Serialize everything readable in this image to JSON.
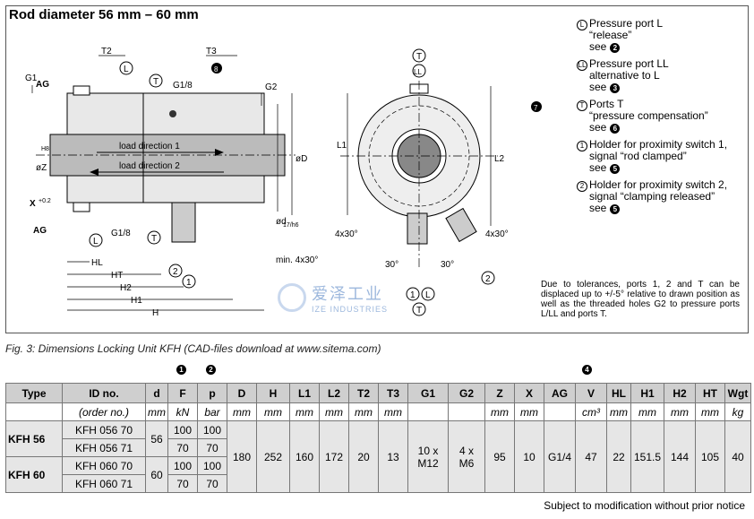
{
  "title": "Rod diameter 56 mm – 60 mm",
  "labels": {
    "g1": "G1",
    "t2": "T2",
    "l_port": "L",
    "ag_top": "AG",
    "t_top": "T",
    "g1_8_top": "G1/8",
    "t3": "T3",
    "eight": "8",
    "g2": "G2",
    "load1": "load direction 1",
    "load2": "load direction 2",
    "oz": "øZ",
    "h8": "H8",
    "x": "X",
    "x_tol": "+0.2",
    "od": "øD",
    "od17": "ød",
    "od17sub": "17/h6",
    "ag_bottom": "AG",
    "l_bottom": "L",
    "g1_8_bottom": "G1/8",
    "t_bottom": "T",
    "hl": "HL",
    "ht": "HT",
    "h2": "H2",
    "h1": "H1",
    "h": "H",
    "two": "2",
    "one": "1",
    "min": "min. 4x30°",
    "ll": "LL",
    "t_front": "T",
    "l1": "L1",
    "l2": "L2",
    "seven": "7",
    "angle1": "4x30°",
    "angle2": "30°",
    "angle3": "30°",
    "angle4": "4x30°",
    "two_front": "2",
    "one_b": "1",
    "l_b": "L",
    "t_b": "T"
  },
  "legend": [
    {
      "sym": "L",
      "lines": [
        "Pressure port L",
        "“release”"
      ],
      "see": "see",
      "ref": "2"
    },
    {
      "sym": "LL",
      "lines": [
        "Pressure port LL",
        "alternative to L"
      ],
      "see": "see",
      "ref": "3"
    },
    {
      "sym": "T",
      "lines": [
        "Ports T",
        "“pressure compensation”"
      ],
      "see": "see",
      "ref": "6"
    },
    {
      "sym": "1",
      "lines": [
        "Holder for proximity switch 1,",
        "signal “rod clamped”"
      ],
      "see": "see",
      "ref": "5"
    },
    {
      "sym": "2",
      "lines": [
        "Holder for proximity switch 2,",
        "signal “clamping released”"
      ],
      "see": "see",
      "ref": "5"
    }
  ],
  "note": "Due to tolerances, ports 1, 2 and T can be displaced up to +/-5° relative to drawn position as well as the threaded holes G2 to pressure ports L/LL and ports T.",
  "logo": {
    "zh": "爱泽工业",
    "en": "IZE INDUSTRIES"
  },
  "caption": "Fig. 3:    Dimensions Locking Unit KFH (CAD-files download at www.sitema.com)",
  "markers": {
    "f": "1",
    "p": "2",
    "v": "4"
  },
  "table": {
    "headers": [
      "Type",
      "ID no.",
      "d",
      "F",
      "p",
      "D",
      "H",
      "L1",
      "L2",
      "T2",
      "T3",
      "G1",
      "G2",
      "Z",
      "X",
      "AG",
      "V",
      "HL",
      "H1",
      "H2",
      "HT",
      "Wgt"
    ],
    "units": [
      "",
      "(order no.)",
      "mm",
      "kN",
      "bar",
      "mm",
      "mm",
      "mm",
      "mm",
      "mm",
      "mm",
      "",
      "",
      "mm",
      "mm",
      "",
      "cm³",
      "mm",
      "mm",
      "mm",
      "mm",
      "kg"
    ],
    "groups": [
      {
        "type": "KFH 56",
        "d": "56",
        "rows": [
          {
            "id": "KFH 056 70",
            "F": "100",
            "p": "100"
          },
          {
            "id": "KFH 056 71",
            "F": "70",
            "p": "70"
          }
        ]
      },
      {
        "type": "KFH 60",
        "d": "60",
        "rows": [
          {
            "id": "KFH 060 70",
            "F": "100",
            "p": "100"
          },
          {
            "id": "KFH 060 71",
            "F": "70",
            "p": "70"
          }
        ]
      }
    ],
    "common": {
      "D": "180",
      "H": "252",
      "L1": "160",
      "L2": "172",
      "T2": "20",
      "T3": "13",
      "G1a": "10 x",
      "G1b": "M12",
      "G2a": "4 x",
      "G2b": "M6",
      "Z": "95",
      "X": "10",
      "AG": "G1/4",
      "V": "47",
      "HL": "22",
      "H1": "151.5",
      "H2": "144",
      "HT": "105",
      "Wgt": "40"
    }
  },
  "footer": "Subject to modification without prior notice"
}
